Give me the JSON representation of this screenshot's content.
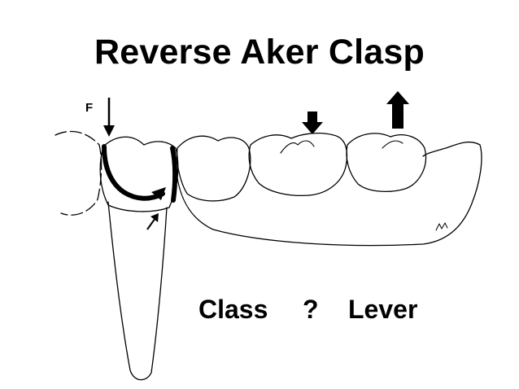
{
  "title": "Reverse Aker Clasp",
  "force_label": "F",
  "question": {
    "class_word": "Class",
    "mark": "?",
    "lever_word": "Lever"
  },
  "colors": {
    "ink": "#000000",
    "background": "#ffffff"
  }
}
